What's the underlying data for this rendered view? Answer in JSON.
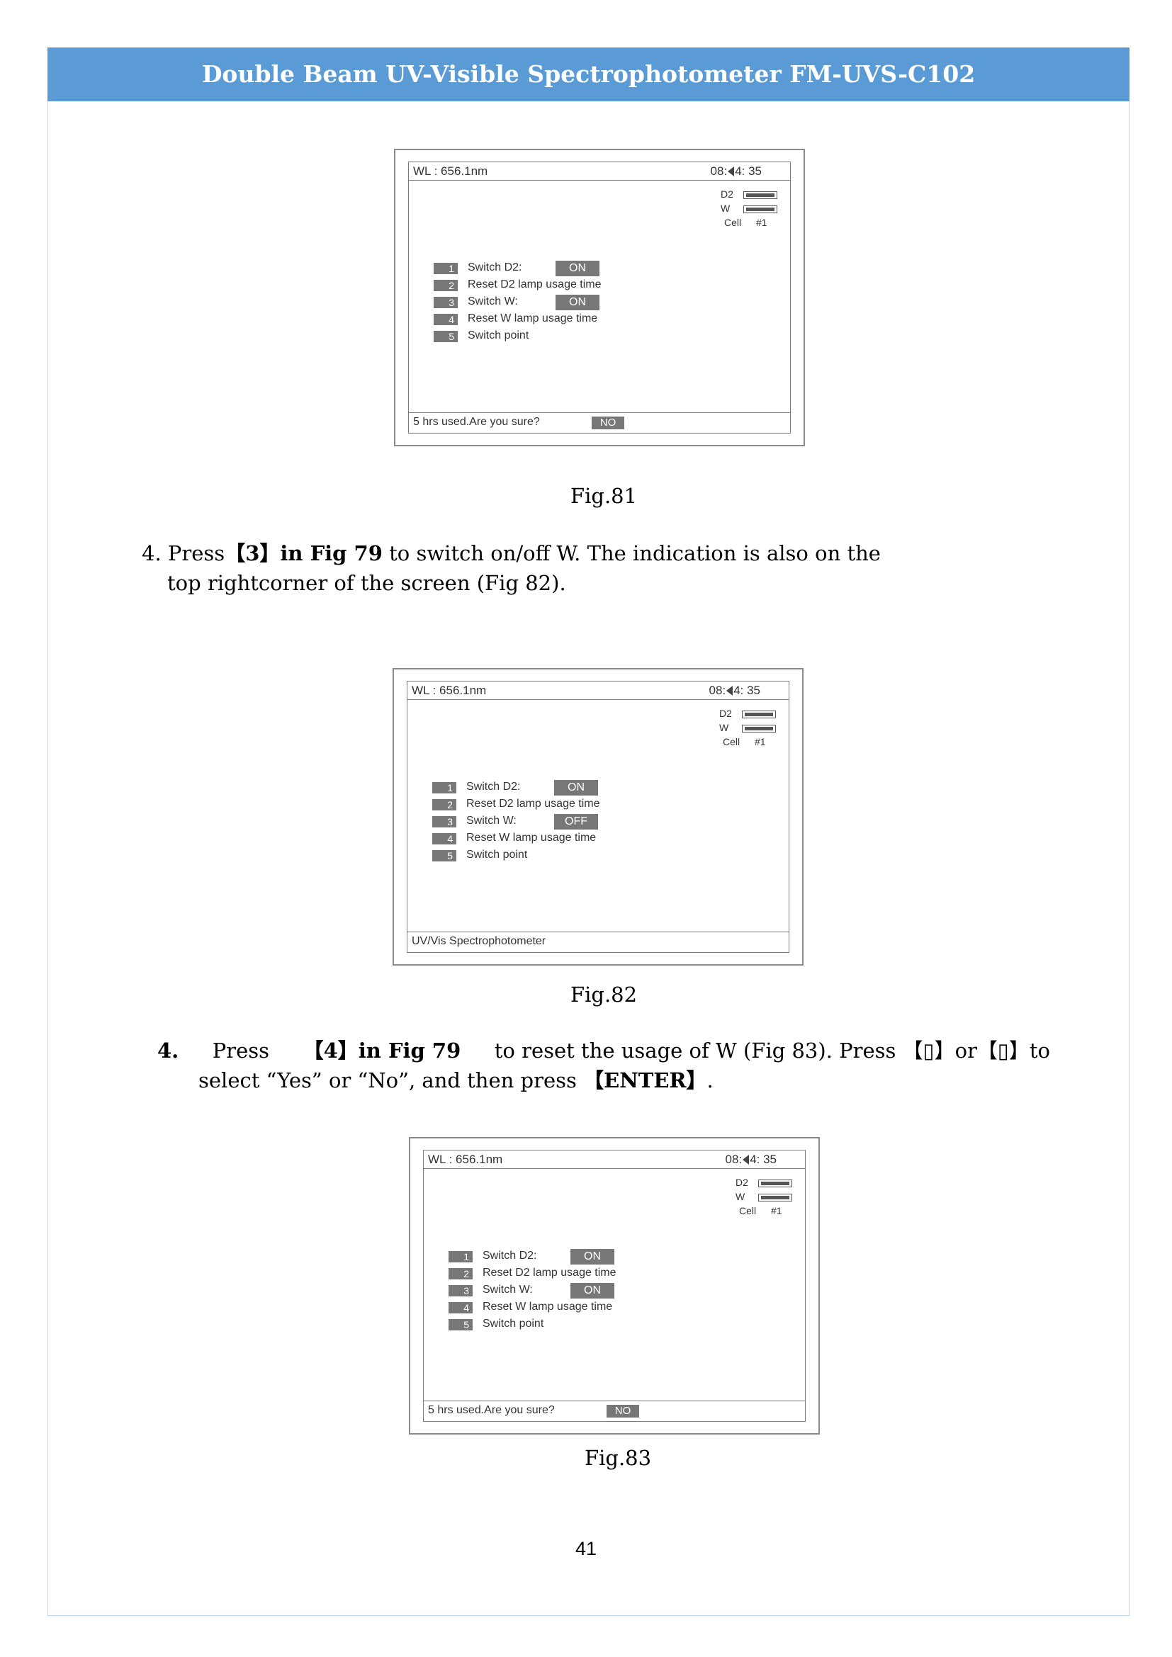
{
  "header": {
    "title": "Double Beam UV-Visible Spectrophotometer FM-UVS-C102"
  },
  "figures": [
    {
      "wl": "WL :   656.1nm",
      "time_left": "08:",
      "time_right": "4: 35",
      "d2": "D2",
      "w": "W",
      "cell": "Cell",
      "cell_num": "#1",
      "menu": [
        {
          "num": "1",
          "label": "Switch D2:",
          "value": "ON"
        },
        {
          "num": "2",
          "label": "Reset D2 lamp usage time",
          "value": ""
        },
        {
          "num": "3",
          "label": "Switch W:",
          "value": "ON"
        },
        {
          "num": "4",
          "label": "Reset W lamp usage time",
          "value": ""
        },
        {
          "num": "5",
          "label": "Switch point",
          "value": ""
        }
      ],
      "bottom_text": "5 hrs used.Are you sure?",
      "bottom_badge": "NO",
      "caption": "Fig.81"
    },
    {
      "wl": "WL :   656.1nm",
      "time_left": "08:",
      "time_right": "4: 35",
      "d2": "D2",
      "w": "W",
      "cell": "Cell",
      "cell_num": "#1",
      "menu": [
        {
          "num": "1",
          "label": "Switch D2:",
          "value": "ON"
        },
        {
          "num": "2",
          "label": "Reset D2 lamp usage time",
          "value": ""
        },
        {
          "num": "3",
          "label": "Switch  W:",
          "value": "OFF"
        },
        {
          "num": "4",
          "label": "Reset W lamp usage time",
          "value": ""
        },
        {
          "num": "5",
          "label": "Switch point",
          "value": ""
        }
      ],
      "bottom_text": "UV/Vis Spectrophotometer",
      "bottom_badge": "",
      "caption": "Fig.82"
    },
    {
      "wl": "WL :   656.1nm",
      "time_left": "08:",
      "time_right": "4: 35",
      "d2": "D2",
      "w": "W",
      "cell": "Cell",
      "cell_num": "#1",
      "menu": [
        {
          "num": "1",
          "label": "Switch D2:",
          "value": "ON"
        },
        {
          "num": "2",
          "label": "Reset D2 lamp usage time",
          "value": ""
        },
        {
          "num": "3",
          "label": "Switch W:",
          "value": "ON"
        },
        {
          "num": "4",
          "label": "Reset W lamp usage time",
          "value": ""
        },
        {
          "num": "5",
          "label": "Switch point",
          "value": ""
        }
      ],
      "bottom_text": "5 hrs used.Are you sure?",
      "bottom_badge": "NO",
      "caption": "Fig.83"
    }
  ],
  "step_a": {
    "number": "4.",
    "pre": "Press",
    "key": "【3】in Fig 79",
    "post": "to switch on/off W.  The indication is also on the",
    "line2": "top rightcorner of the screen (Fig 82)."
  },
  "step_b": {
    "number": "4.",
    "pre": "Press",
    "key": "【4】in Fig 79",
    "post": "to reset the usage of W (Fig 83). Press 【▯】or【▯】to",
    "line2_pre": "select “Yes” or “No”, and then press",
    "line2_key": "【ENTER】",
    "line2_post": "."
  },
  "page_number": "41"
}
